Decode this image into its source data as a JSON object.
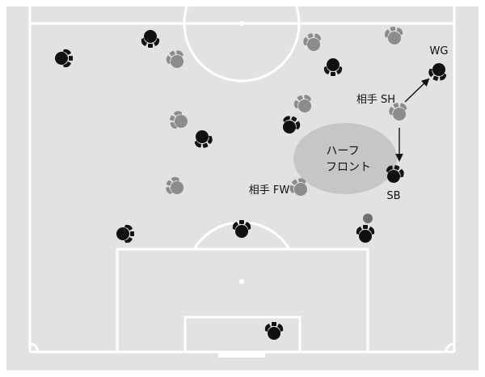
{
  "colors": {
    "field": "#e2e2e2",
    "lines": "#ffffff",
    "team": "#111111",
    "opponent": "#8c8c8c",
    "zone": "#c6c6c6",
    "ball": "#707070",
    "arrow": "#111111"
  },
  "labels": {
    "wg": "WG",
    "opp_sh": "相手 SH",
    "sb": "SB",
    "opp_fw": "相手 FW",
    "zone_line1": "ハーフ",
    "zone_line2": "フロント"
  },
  "legend_note": {
    "team": "black players",
    "opponent": "grey players"
  }
}
